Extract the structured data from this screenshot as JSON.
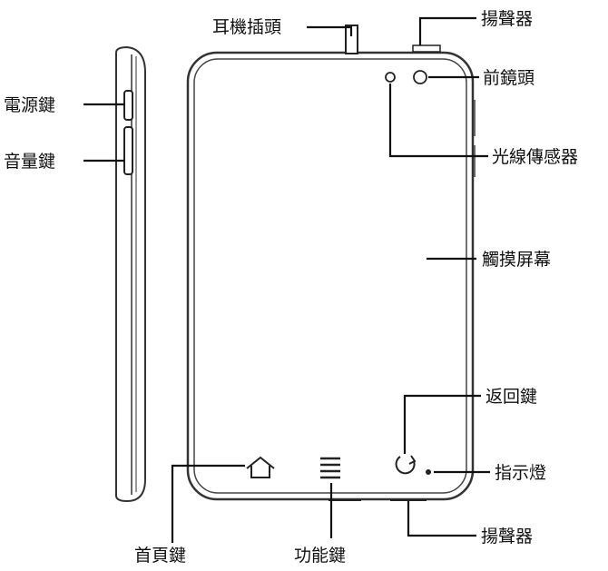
{
  "labels": {
    "headphone_jack": "耳機插頭",
    "speaker_top": "揚聲器",
    "front_camera": "前鏡頭",
    "light_sensor": "光線傳感器",
    "touch_screen": "觸摸屏幕",
    "back_key": "返回鍵",
    "indicator_light": "指示燈",
    "speaker_bottom": "揚聲器",
    "home_key": "首頁鍵",
    "menu_key": "功能鍵",
    "power_key": "電源鍵",
    "volume_key": "音量鍵"
  },
  "colors": {
    "ink": "#111111",
    "body_stroke": "#333333",
    "background": "#ffffff"
  },
  "icons": {
    "home": "home-icon",
    "menu": "menu-icon",
    "back": "back-icon"
  }
}
